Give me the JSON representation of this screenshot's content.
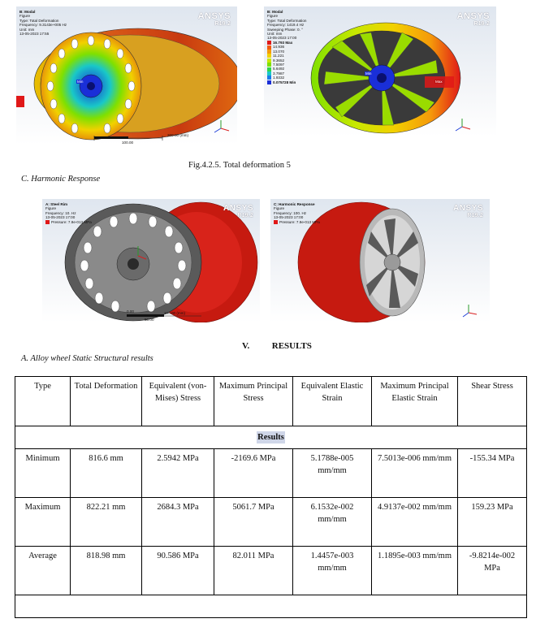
{
  "figure1": {
    "left_panel": {
      "title": "B: Modal",
      "lines": [
        "Figure",
        "Type: Total Deformation",
        "Frequency: 9.3143e+005 Hz",
        "Unit: mm",
        "13-05-2023 17:55"
      ],
      "brand": "ANSYS",
      "version": "R19.2",
      "min_label": "Min",
      "scale_text": "200.00 (mm)",
      "scale_mid": "100.00"
    },
    "right_panel": {
      "title": "B: Modal",
      "lines": [
        "Figure",
        "Type: Total Deformation",
        "Frequency: 1419.4 Hz",
        "Sweeping Phase: 0. °",
        "Unit: mm",
        "13-05-2023 17:00"
      ],
      "legend": [
        "16.793 Max",
        "14.936",
        "13.070",
        "11.221",
        "9.3652",
        "7.5097",
        "5.6492",
        "3.7987",
        "1.9332",
        "0.075728 Min"
      ],
      "legend_colors": [
        "#e01818",
        "#f35a10",
        "#f59a0a",
        "#f2d100",
        "#c8e800",
        "#7fe000",
        "#2fd64a",
        "#19c8c8",
        "#1a7be8",
        "#1a2fd8"
      ],
      "brand": "ANSYS",
      "version": "R19.2",
      "min_label": "Min",
      "max_label": "Max"
    },
    "caption": "Fig.4.2.5. Total deformation 5"
  },
  "section_c": "C.   Harmonic Response",
  "figure2": {
    "left_panel": {
      "title": "A: Steel Rim",
      "lines": [
        "Figure",
        "Frequency: 10. Hz",
        "13-05-2023 17:00"
      ],
      "legend_label": "Pressure: 7.9e-013 MPa",
      "brand": "ANSYS",
      "version": "R19.2",
      "scale_text": "100.00 (mm)",
      "scale_mid": "50.00",
      "scale_zero": "0.00"
    },
    "right_panel": {
      "title": "C: Harmonic Response",
      "lines": [
        "Figure",
        "Frequency: 100. Hz",
        "13-05-2023 17:00"
      ],
      "legend_label": "Pressure: 7.9e-013 MPa",
      "brand": "ANSYS",
      "version": "R19.2"
    }
  },
  "section_v": "V.          RESULTS",
  "section_a": "A.   Alloy wheel Static Structural results",
  "table": {
    "headers": [
      "Type",
      "Total Deformation",
      "Equivalent (von-Mises) Stress",
      "Maximum Principal Stress",
      "Equivalent Elastic  Strain",
      "Maximum Principal Elastic Strain",
      "Shear Stress"
    ],
    "band": "Results",
    "rows": [
      [
        "Minimum",
        "816.6 mm",
        "2.5942 MPa",
        "-2169.6 MPa",
        "5.1788e-005 mm/mm",
        "7.5013e-006 mm/mm",
        "-155.34 MPa"
      ],
      [
        "Maximum",
        "822.21 mm",
        "2684.3 MPa",
        "5061.7 MPa",
        "6.1532e-002 mm/mm",
        "4.9137e-002 mm/mm",
        "159.23 MPa"
      ],
      [
        "Average",
        "818.98 mm",
        "90.586 MPa",
        "82.011 MPa",
        "1.4457e-003 mm/mm",
        "1.1895e-003 mm/mm",
        "-9.8214e-002 MPa"
      ]
    ]
  }
}
